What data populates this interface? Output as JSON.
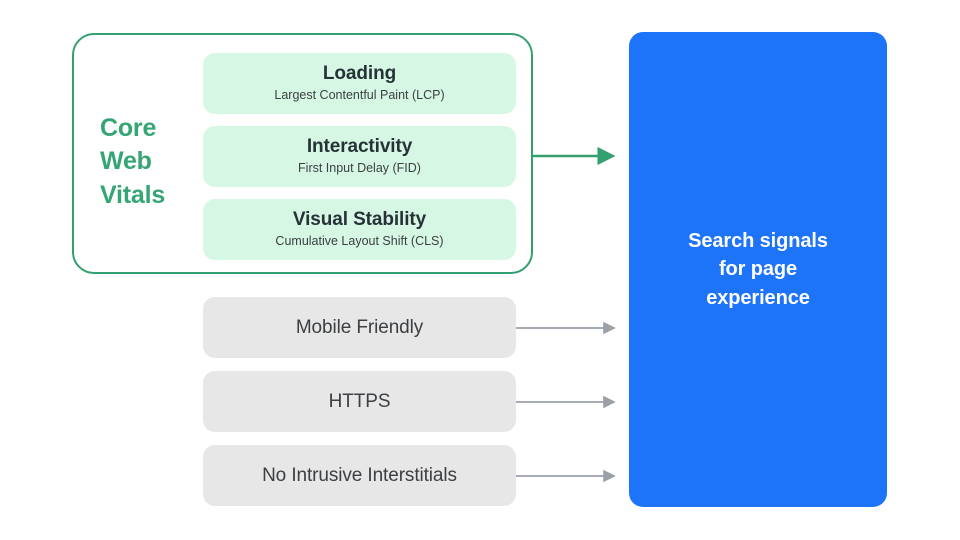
{
  "diagram": {
    "title": "Search signals for page experience",
    "background": "#FFFFFF",
    "colors": {
      "accent_green": "#35A574",
      "frame_green": "#34A06F",
      "card_green": "#D6F7E4",
      "card_gray": "#E7E7E8",
      "panel_blue": "#1D74F9",
      "text_dark": "#3C4043",
      "text_white": "#FFFFFF",
      "arrow_gray": "#9AA0A6"
    }
  },
  "core_web_vitals": {
    "group_label": "Core\nWeb\nVitals",
    "group_label_lines": [
      "Core",
      "Web",
      "Vitals"
    ],
    "metrics": [
      {
        "title": "Loading",
        "subtitle": "Largest Contentful Paint (LCP)"
      },
      {
        "title": "Interactivity",
        "subtitle": "First Input Delay (FID)"
      },
      {
        "title": "Visual Stability",
        "subtitle": "Cumulative Layout Shift (CLS)"
      }
    ]
  },
  "other_signals": [
    {
      "label": "Mobile Friendly"
    },
    {
      "label": "HTTPS"
    },
    {
      "label": "No Intrusive Interstitials"
    }
  ],
  "result": {
    "text": "Search signals\nfor page\nexperience"
  },
  "connectors": [
    {
      "name": "core-web-vitals-arrow",
      "color": "#34A06F"
    },
    {
      "name": "mobile-friendly-arrow",
      "color": "#9AA0A6"
    },
    {
      "name": "https-arrow",
      "color": "#9AA0A6"
    },
    {
      "name": "no-intrusive-interstitials-arrow",
      "color": "#9AA0A6"
    }
  ]
}
